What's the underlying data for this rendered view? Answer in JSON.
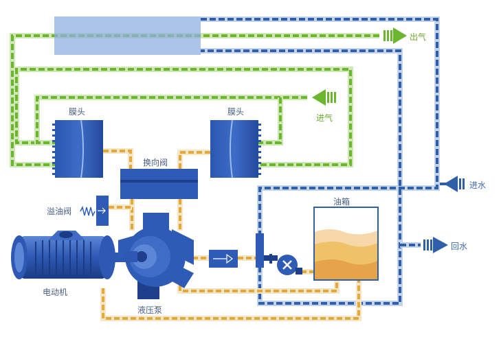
{
  "labels": {
    "outlet_gas": "出气",
    "inlet_gas": "进气",
    "membrane_left": "膜头",
    "membrane_right": "膜头",
    "reversing_valve": "换向阀",
    "relief_valve": "溢油阀",
    "oil_tank": "油箱",
    "water_in": "进水",
    "water_return": "回水",
    "motor": "电动机",
    "hydraulic_pump": "液压泵"
  },
  "colors": {
    "gas_line": "#6cb52e",
    "gas_line_bg": "#cfe7b2",
    "water_line": "#2f5fa8",
    "water_line_bg": "#c4d3ec",
    "oil_line": "#e3a93e",
    "oil_line_bg": "#f7e6c4",
    "machine_blue": "#2e5bb5",
    "machine_dark": "#1e3f8a",
    "oil_fill": "#f0c268"
  }
}
